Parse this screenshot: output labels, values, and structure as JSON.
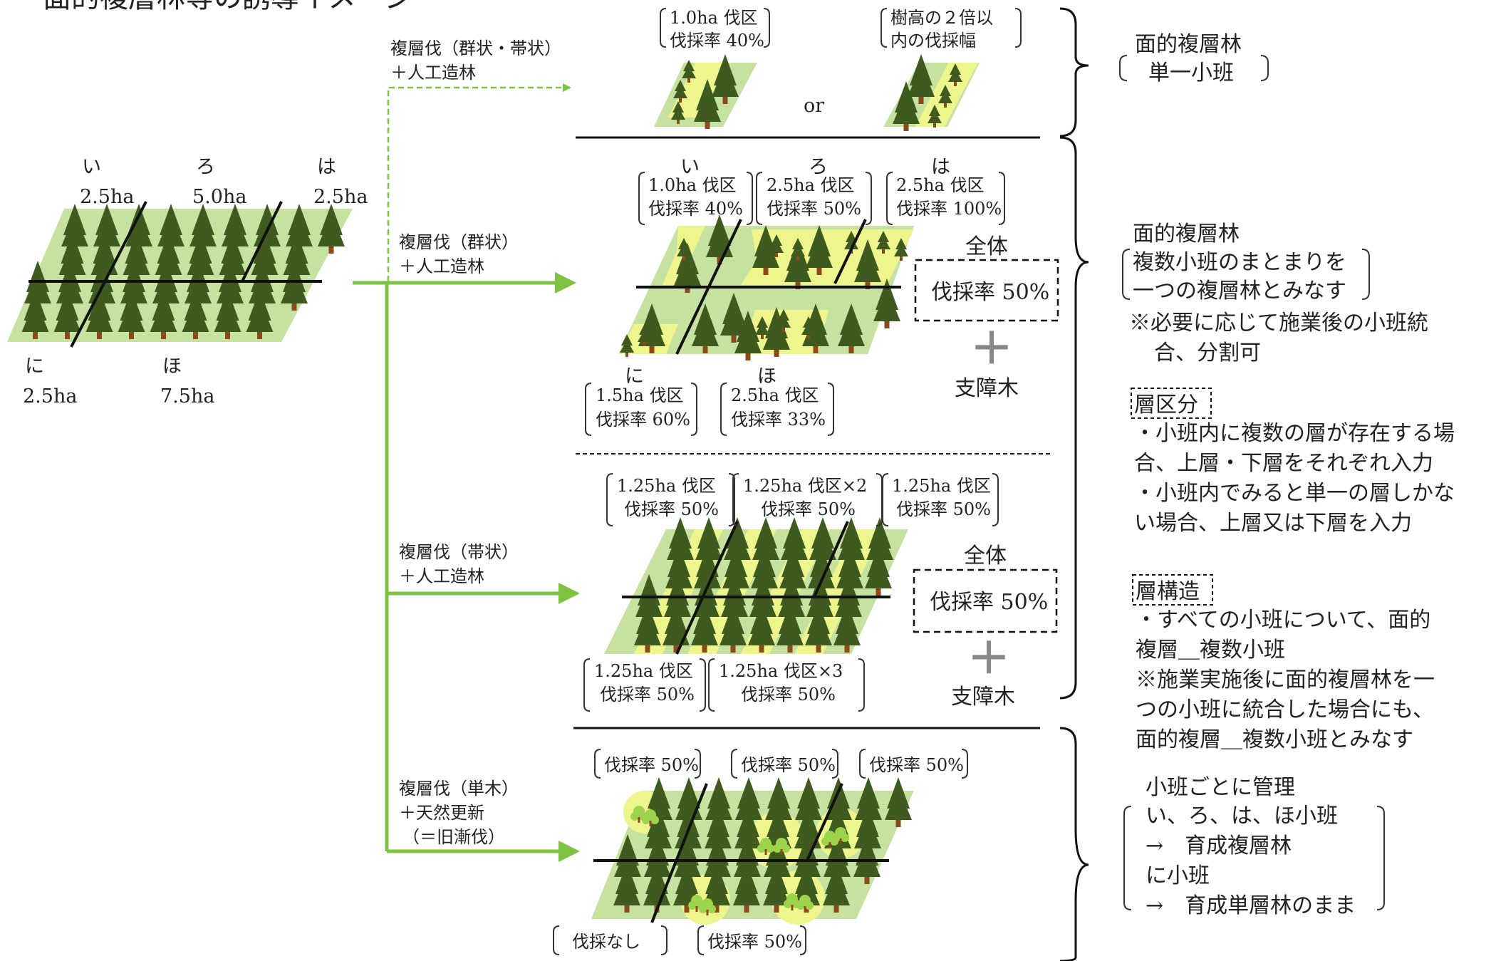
{
  "title": "面的複層林等の誘導イメージ",
  "colors": {
    "field": "#c6e2a0",
    "cut": "#eef58c",
    "arrow": "#7ec242",
    "tree": "#3f5a1f",
    "trunk": "#8a4a1a",
    "sapling": "#9ed34c",
    "line": "#111111"
  },
  "source": {
    "plots": [
      {
        "name": "い",
        "area": "2.5ha"
      },
      {
        "name": "ろ",
        "area": "5.0ha"
      },
      {
        "name": "は",
        "area": "2.5ha"
      },
      {
        "name": "に",
        "area": "2.5ha"
      },
      {
        "name": "ほ",
        "area": "7.5ha"
      }
    ]
  },
  "branches": [
    {
      "line1": "複層伐（群状・帯状）",
      "line2": "＋人工造林"
    },
    {
      "line1": "複層伐（群状）",
      "line2": "＋人工造林"
    },
    {
      "line1": "複層伐（帯状）",
      "line2": "＋人工造林"
    },
    {
      "line1": "複層伐（単木）",
      "line2": "＋天然更新",
      "line3": "（＝旧漸伐）"
    }
  ],
  "scenario1": {
    "box1": [
      "1.0ha 伐区",
      "伐採率 40%"
    ],
    "box2": [
      "樹高の２倍以",
      "内の伐採幅"
    ],
    "or": "or"
  },
  "scenario2": {
    "names": [
      "い",
      "ろ",
      "は",
      "に",
      "ほ"
    ],
    "boxes": [
      [
        "1.0ha 伐区",
        "伐採率 40%"
      ],
      [
        "2.5ha 伐区",
        "伐採率 50%"
      ],
      [
        "2.5ha 伐区",
        "伐採率 100%"
      ],
      [
        "1.5ha 伐区",
        "伐採率 60%"
      ],
      [
        "2.5ha 伐区",
        "伐採率 33%"
      ]
    ],
    "whole_label": "全体",
    "whole_rate": "伐採率 50%",
    "plus": "＋",
    "support": "支障木"
  },
  "scenario3": {
    "boxes": [
      [
        "1.25ha 伐区",
        "伐採率 50%"
      ],
      [
        "1.25ha 伐区×2",
        "伐採率 50%"
      ],
      [
        "1.25ha 伐区",
        "伐採率 50%"
      ],
      [
        "1.25ha 伐区",
        "伐採率 50%"
      ],
      [
        "1.25ha 伐区×3",
        "伐採率 50%"
      ]
    ],
    "whole_label": "全体",
    "whole_rate": "伐採率 50%",
    "plus": "＋",
    "support": "支障木"
  },
  "scenario4": {
    "boxes": [
      "伐採率 50%",
      "伐採率 50%",
      "伐採率 50%",
      "伐採なし",
      "伐採率 50%"
    ]
  },
  "right_notes": {
    "block1": {
      "line1": "面的複層林",
      "line2": "単一小班"
    },
    "block2": {
      "line1": "面的複層林",
      "line2": "複数小班のまとまりを",
      "line3": "一つの複層林とみなす",
      "note1": "※必要に応じて施業後の小班統",
      "note2": "合、分割可",
      "layer_title": "層区分",
      "layer1": "・小班内に複数の層が存在する場",
      "layer2": "合、上層・下層をそれぞれ入力",
      "layer3": "・小班内でみると単一の層しかな",
      "layer4": "い場合、上層又は下層を入力",
      "struct_title": "層構造",
      "struct1": "・すべての小班について、面的",
      "struct2": "複層＿複数小班",
      "struct3": "※施業実施後に面的複層林を一",
      "struct4": "つの小班に統合した場合にも、",
      "struct5": "面的複層＿複数小班とみなす"
    },
    "block3": {
      "line1": "小班ごとに管理",
      "line2": "い、ろ、は、ほ小班",
      "line3": "→　育成複層林",
      "line4": "に小班",
      "line5": "→　育成単層林のまま"
    }
  }
}
